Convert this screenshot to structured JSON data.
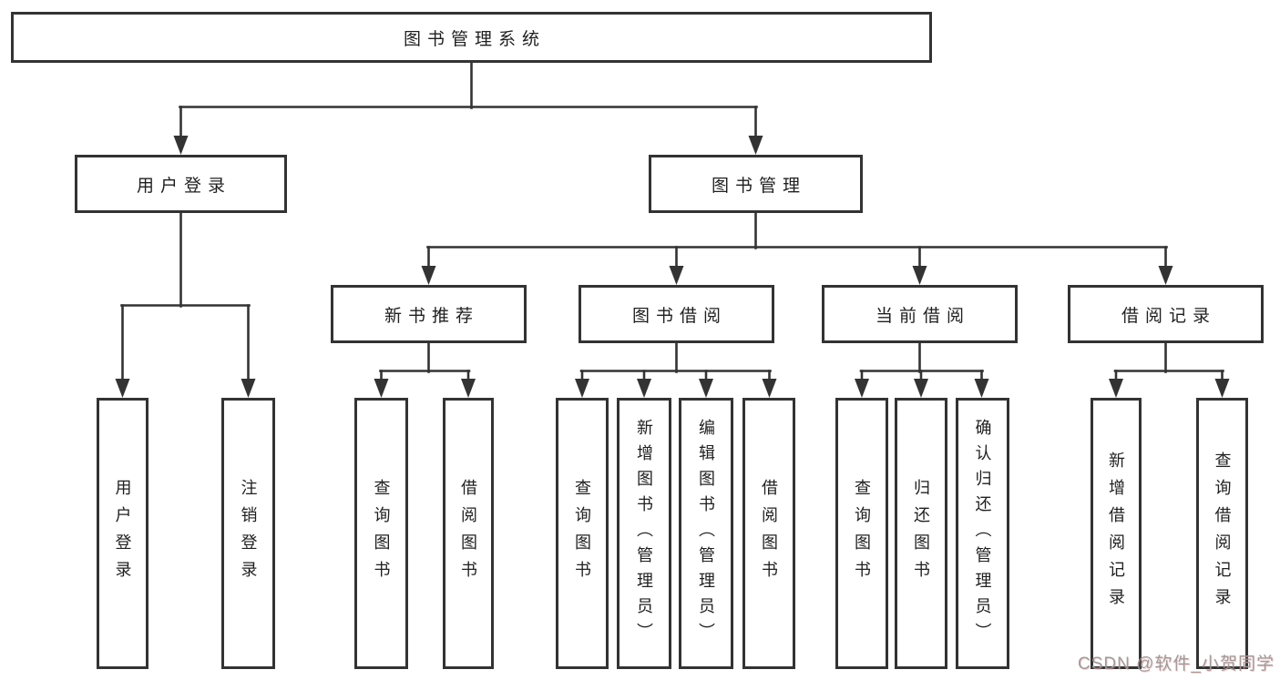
{
  "diagram": {
    "title": "图书管理系统",
    "tree": {
      "root": {
        "label": "图书管理系统"
      },
      "branches": [
        {
          "label": "用户登录",
          "children": [
            {
              "label": "用户登录"
            },
            {
              "label": "注销登录"
            }
          ]
        },
        {
          "label": "图书管理",
          "children": [
            {
              "label": "新书推荐",
              "children": [
                {
                  "label": "查询图书"
                },
                {
                  "label": "借阅图书"
                }
              ]
            },
            {
              "label": "图书借阅",
              "children": [
                {
                  "label": "查询图书"
                },
                {
                  "label": "新增图书（管理员）"
                },
                {
                  "label": "编辑图书（管理员）"
                },
                {
                  "label": "借阅图书"
                }
              ]
            },
            {
              "label": "当前借阅",
              "children": [
                {
                  "label": "查询图书"
                },
                {
                  "label": "归还图书"
                },
                {
                  "label": "确认归还（管理员）"
                }
              ]
            },
            {
              "label": "借阅记录",
              "children": [
                {
                  "label": "新增借阅记录"
                },
                {
                  "label": "查询借阅记录"
                }
              ]
            }
          ]
        }
      ]
    },
    "colors": {
      "line": "#333333",
      "box_border": "#333333",
      "text": "#1f1f1f",
      "background": "#ffffff",
      "watermark": "#989898"
    },
    "watermark": "CSDN @软件_小贺同学"
  }
}
